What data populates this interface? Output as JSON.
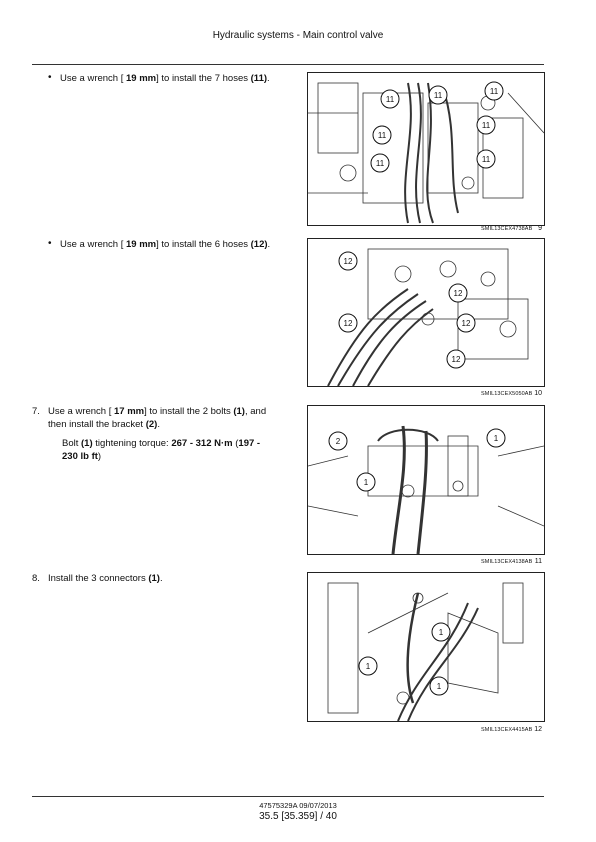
{
  "header": {
    "title": "Hydraulic systems - Main control valve"
  },
  "steps": [
    {
      "parts": [
        "Use a wrench [ ",
        "19 mm",
        "] to install the 7 hoses ",
        "(11)",
        "."
      ]
    },
    {
      "parts": [
        "Use a wrench [ ",
        "19 mm",
        "] to install the 6 hoses ",
        "(12)",
        "."
      ]
    },
    {
      "num": "7.",
      "line1": [
        "Use  a  wrench  [ ",
        "17 mm",
        "]  to  install  the  2  bolts  ",
        "(1)",
        ",  and"
      ],
      "line2": [
        "then install the bracket ",
        "(2)",
        "."
      ],
      "torque1": [
        "Bolt  ",
        "(1)",
        "  tightening  torque:  ",
        "267  -  312 N·m",
        "  (",
        "197  -"
      ],
      "torque2": "230 lb ft",
      "torque2_end": ")"
    },
    {
      "num": "8.",
      "parts": [
        "Install the 3 connectors ",
        "(1)",
        "."
      ]
    }
  ],
  "figures": [
    {
      "code": "SMIL13CEX4738AB",
      "number": "9",
      "callouts": [
        "11",
        "11",
        "11",
        "11",
        "11",
        "11",
        "11"
      ]
    },
    {
      "code": "SMIL13CEX5050AB",
      "number": "10",
      "callouts": [
        "12",
        "12",
        "12",
        "12",
        "12",
        "12"
      ]
    },
    {
      "code": "SMIL13CEX4138AB",
      "number": "11",
      "callouts": [
        "2",
        "1",
        "1"
      ]
    },
    {
      "code": "SMIL13CEX4415AB",
      "number": "12",
      "callouts": [
        "1",
        "1",
        "1"
      ]
    }
  ],
  "footer": {
    "doc": "47575329A 09/07/2013",
    "page": "35.5 [35.359] / 40"
  }
}
